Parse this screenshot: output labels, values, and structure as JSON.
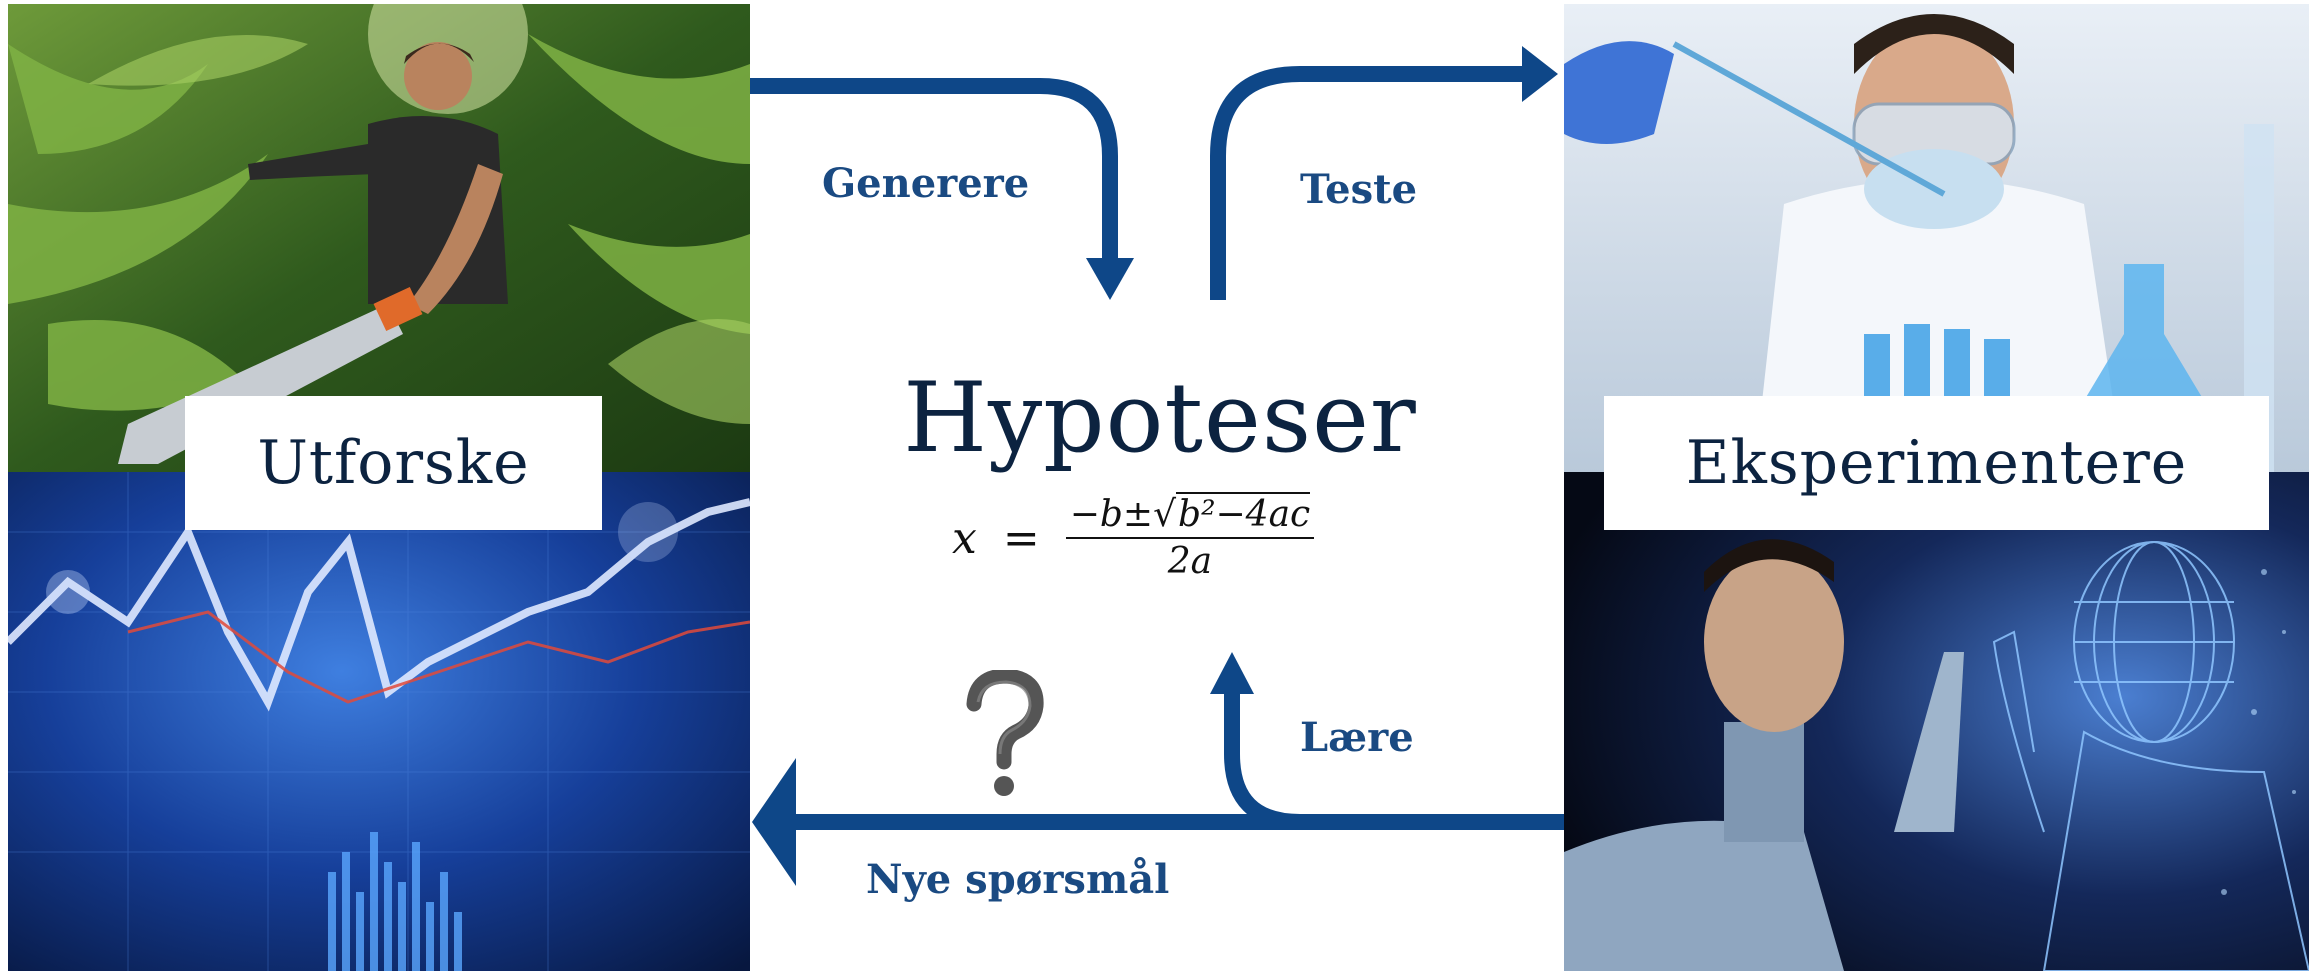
{
  "colors": {
    "arrow": "#0e4788",
    "arrow_label": "#1a4a82",
    "title": "#0c2340"
  },
  "panels": {
    "top_left": {
      "icon": "jungle-explorer-photo",
      "label": "Utforske"
    },
    "top_right": {
      "icon": "lab-scientist-photo",
      "label": "Eksperimentere"
    },
    "bottom_left": {
      "icon": "stock-chart-photo"
    },
    "bottom_right": {
      "icon": "man-and-hologram-photo"
    }
  },
  "center": {
    "title": "Hypoteser",
    "formula": {
      "lhs": "x",
      "eq": "=",
      "num_prefix": "−b±",
      "radicand": "b²−4ac",
      "denominator": "2a"
    },
    "question_icon": "question-mark-icon"
  },
  "arrows": {
    "generere": "Generere",
    "teste": "Teste",
    "laere": "Lære",
    "nye_sporsmal": "Nye spørsmål"
  }
}
